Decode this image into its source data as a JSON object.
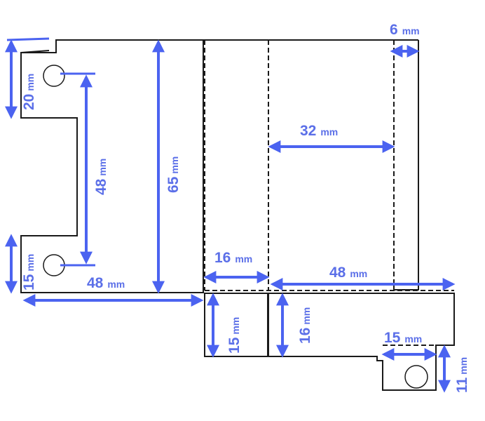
{
  "diagram": {
    "accent_color": "#4b63f0",
    "unit": "mm",
    "dimensions": [
      {
        "id": "left-tab-height",
        "value": "20"
      },
      {
        "id": "hole-spacing",
        "value": "48"
      },
      {
        "id": "body-height",
        "value": "65"
      },
      {
        "id": "lower-tab-height",
        "value": "15"
      },
      {
        "id": "body-width",
        "value": "48"
      },
      {
        "id": "fold-strip-width",
        "value": "16"
      },
      {
        "id": "window-width",
        "value": "32"
      },
      {
        "id": "right-lip-width",
        "value": "6"
      },
      {
        "id": "flap-width",
        "value": "48"
      },
      {
        "id": "small-flap-height",
        "value": "15"
      },
      {
        "id": "large-flap-height",
        "value": "16"
      },
      {
        "id": "ear-width",
        "value": "15"
      },
      {
        "id": "ear-height",
        "value": "11"
      }
    ]
  }
}
